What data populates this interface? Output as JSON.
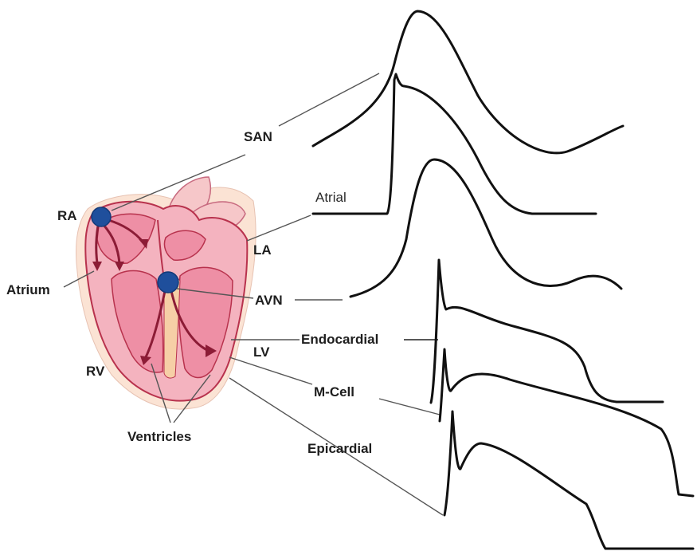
{
  "labels": {
    "san": "SAN",
    "atrial": "Atrial",
    "ra": "RA",
    "la": "LA",
    "atrium": "Atrium",
    "avn": "AVN",
    "endocardial": "Endocardial",
    "lv": "LV",
    "rv": "RV",
    "m_cell": "M-Cell",
    "ventricles": "Ventricles",
    "epicardial": "Epicardial"
  },
  "colors": {
    "heart_outer": "#f8d6c4",
    "heart_wall": "#f2b7c2",
    "heart_chamber": "#ee8fa5",
    "heart_outline": "#b8324d",
    "arrow": "#8c1c36",
    "node": "#1f4f9c",
    "trace": "#111111"
  },
  "traces": [
    "SAN",
    "Atrial",
    "AVN",
    "Endocardial",
    "M-Cell",
    "Epicardial"
  ]
}
